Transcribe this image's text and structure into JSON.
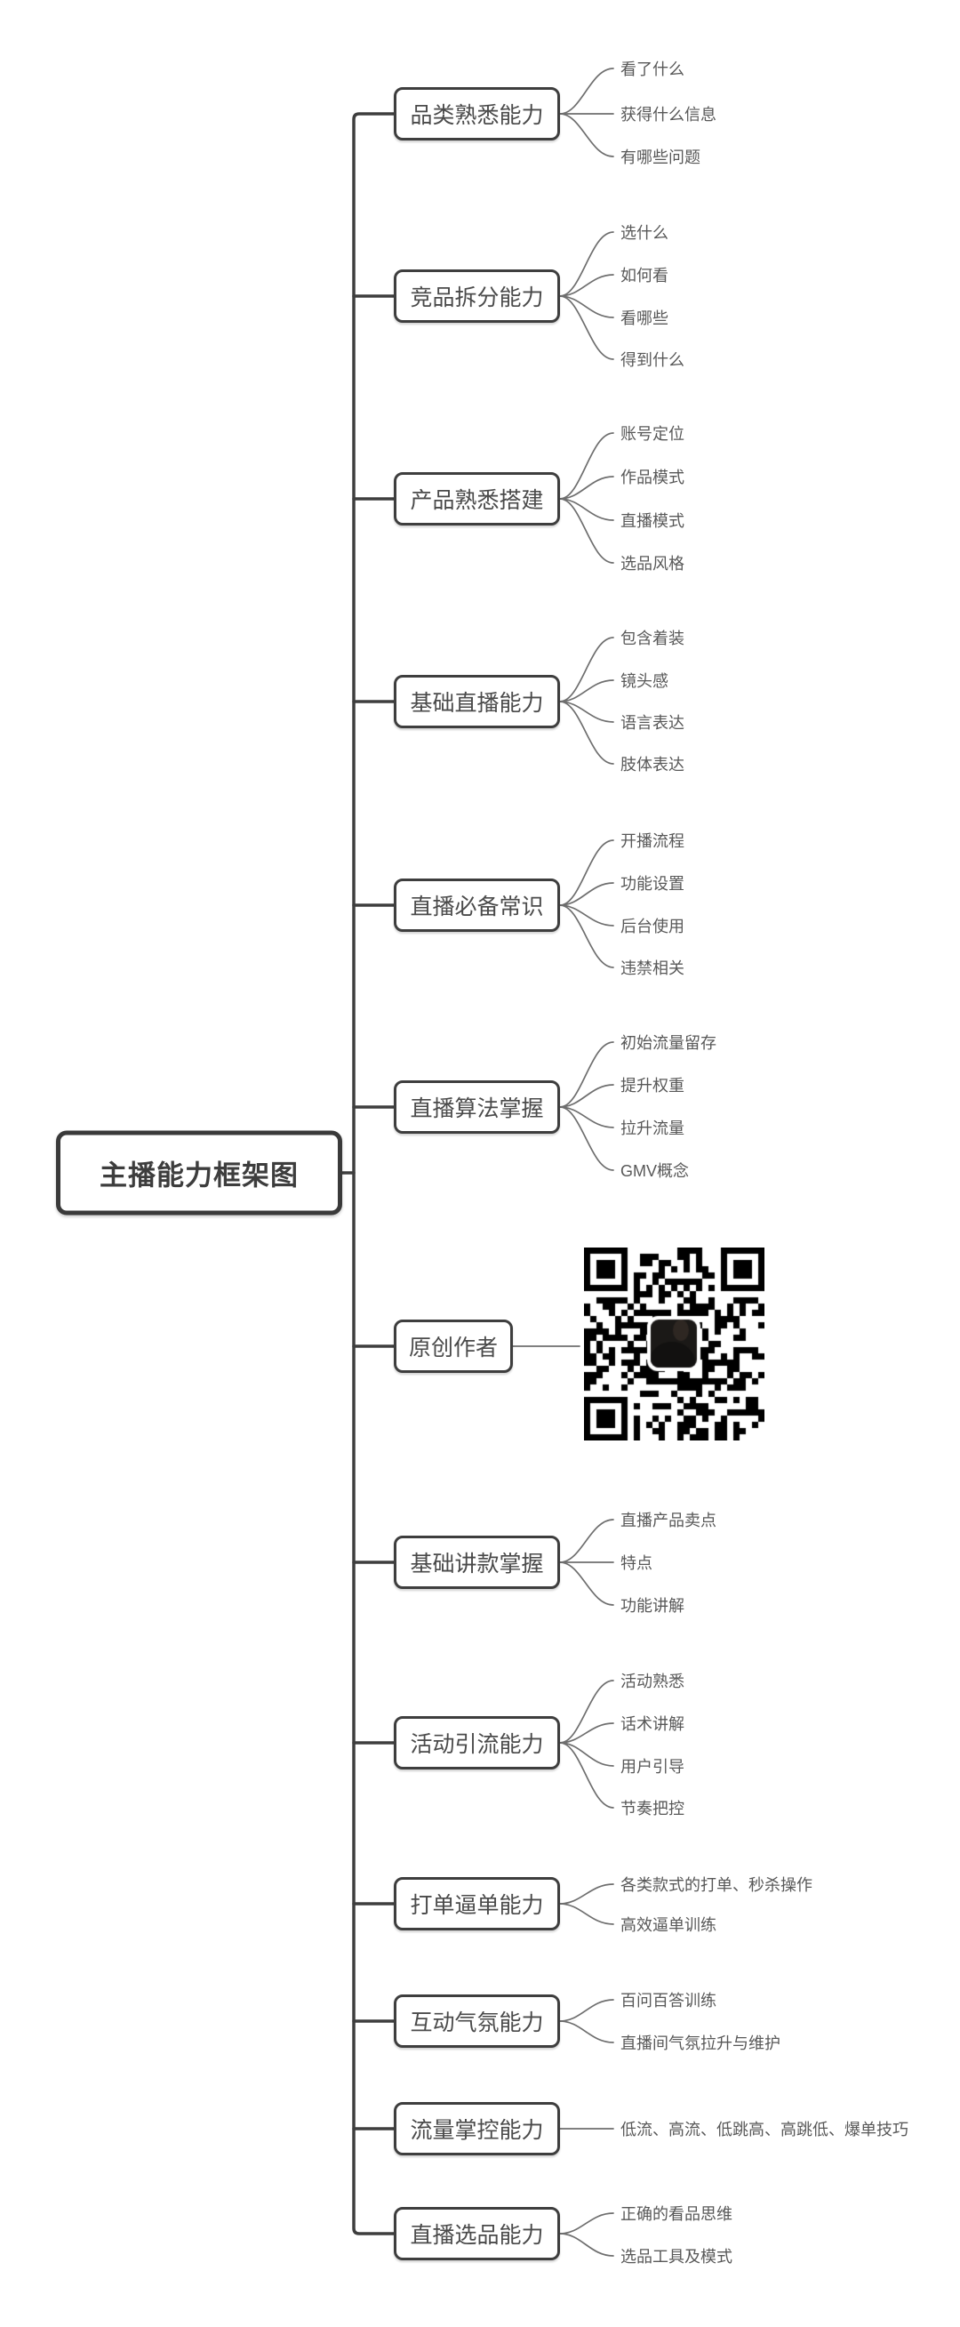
{
  "diagram": {
    "root": {
      "label": "主播能力框架图"
    },
    "branches": [
      {
        "label": "品类熟悉能力",
        "leaves": [
          "看了什么",
          "获得什么信息",
          "有哪些问题"
        ]
      },
      {
        "label": "竞品拆分能力",
        "leaves": [
          "选什么",
          "如何看",
          "看哪些",
          "得到什么"
        ]
      },
      {
        "label": "产品熟悉搭建",
        "leaves": [
          "账号定位",
          "作品模式",
          "直播模式",
          "选品风格"
        ]
      },
      {
        "label": "基础直播能力",
        "leaves": [
          "包含着装",
          "镜头感",
          "语言表达",
          "肢体表达"
        ]
      },
      {
        "label": "直播必备常识",
        "leaves": [
          "开播流程",
          "功能设置",
          "后台使用",
          "违禁相关"
        ]
      },
      {
        "label": "直播算法掌握",
        "leaves": [
          "初始流量留存",
          "提升权重",
          "拉升流量",
          "GMV概念"
        ]
      },
      {
        "label": "原创作者",
        "leaves": [],
        "attachment": "qr-code"
      },
      {
        "label": "基础讲款掌握",
        "leaves": [
          "直播产品卖点",
          "特点",
          "功能讲解"
        ]
      },
      {
        "label": "活动引流能力",
        "leaves": [
          "活动熟悉",
          "话术讲解",
          "用户引导",
          "节奏把控"
        ]
      },
      {
        "label": "打单逼单能力",
        "leaves": [
          "各类款式的打单、秒杀操作",
          "高效逼单训练"
        ]
      },
      {
        "label": "互动气氛能力",
        "leaves": [
          "百问百答训练",
          "直播间气氛拉升与维护"
        ]
      },
      {
        "label": "流量掌控能力",
        "leaves": [
          "低流、高流、低跳高、高跳低、爆单技巧"
        ]
      },
      {
        "label": "直播选品能力",
        "leaves": [
          "正确的看品思维",
          "选品工具及模式"
        ]
      }
    ],
    "icons": {
      "qr_code": "qr-code",
      "avatar": "person-avatar"
    },
    "colors": {
      "background": "#ffffff",
      "node_border": "#3e3e3e",
      "node_text": "#4a4a4a",
      "leaf_text": "#585858",
      "connector": "#6e6e6e"
    }
  }
}
